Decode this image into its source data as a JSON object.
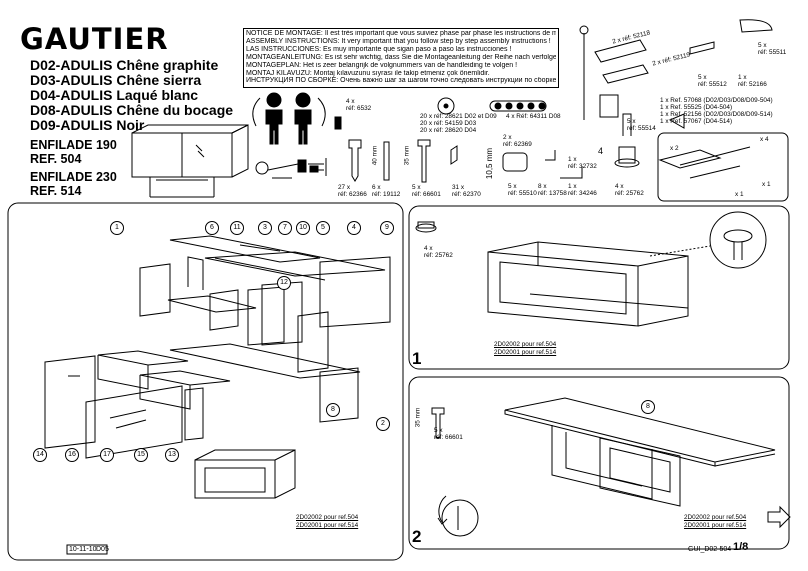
{
  "brand": "GAUTIER",
  "models": [
    "D02-ADULIS Chêne graphite",
    "D03-ADULIS Chêne sierra",
    "D04-ADULIS Laqué blanc",
    "D08-ADULIS Chêne du bocage",
    "D09-ADULIS Noir"
  ],
  "enfilade1": {
    "title": "ENFILADE 190",
    "ref": "REF. 504"
  },
  "enfilade2": {
    "title": "ENFILADE 230",
    "ref": "REF. 514"
  },
  "notice": [
    "NOTICE DE MONTAGE: Il est très important que vous suiviez phase par phase les instructions de montage !",
    "ASSEMBLY INSTRUCTIONS: It very important that you follow step by step assembly instructions !",
    "LAS INSTRUCCIONES: Es muy importante que sigan paso a paso las instrucciones !",
    "MONTAGEANLEITUNG: Es ist sehr wichtig, dass Sie die Montageanleitung der Reihe nach verfolgen !",
    "MONTAGEPLAN: Het is zeer belangrijk de volgnummers van de handleiding te volgen !",
    "MONTAJ KILAVUZU: Montaj kılavuzunu sıyrası ile takip etmeniz çok önemlidir.",
    "ИНСТРУКЦИЯ ПО СБОРКЕ: Очень важно шаг за шагом точно следовать инструкции по сборке"
  ],
  "hardware": {
    "ref6532": "4 x\nréf: 6532",
    "group1": "20 x réf: 28621 D02 et D09\n20 x réf: 54159 D03\n20 x réf: 28620 D04",
    "ref64311": "4 x Réf: 64311 D08",
    "ref62366": "27 x\nréf: 62366",
    "ref19112": "6 x\nréf: 19112",
    "ref66601": "5 x\nréf: 66601",
    "ref62370": "31 x\nréf: 62370",
    "ref62369": "2 x\nréf: 62369",
    "ref55510": "5 x\nréf: 55510",
    "ref13758": "8 x\nréf: 13758",
    "ref32732": "1 x\nréf: 32732",
    "ref34246": "1 x\nréf: 34246",
    "ref25762": "4 x\nréf: 25762",
    "ref55514": "5 x\nréf: 55514",
    "ref52118": "2 x réf: 52118",
    "ref52119": "2 x réf: 52119",
    "ref55512": "5 x\nréf: 55512",
    "ref52166": "1 x\nréf: 52166",
    "ref55511": "5 x\nréf: 55511",
    "refs": "1 x Ref. 57068 (D02/D03/D08/D09-504)\n1 x Ref. 55525 (D04-504)\n1 x Ref. 52156 (D02/D03/D08/D09-514)\n1 x Ref. 57067 (D04-514)",
    "mm40": "40 mm",
    "mm35": "35 mm",
    "mm105": "10,5 mm",
    "four": "4",
    "x2": "x 2",
    "x4": "x 4",
    "x1a": "x 1",
    "x1b": "x 1"
  },
  "main": {
    "parts": [
      "1",
      "6",
      "11",
      "3",
      "7",
      "10",
      "5",
      "4",
      "9",
      "12",
      "8",
      "2",
      "14",
      "16",
      "17",
      "15",
      "13"
    ],
    "frame1": "2D02002 pour ref.504",
    "frame2": "2D02001 pour ref.514"
  },
  "step1": {
    "number": "1",
    "ref": "4 x\nréf: 25762",
    "frame1": "2D02002 pour ref.504",
    "frame2": "2D02001 pour ref.514"
  },
  "step2": {
    "number": "2",
    "mm": "35 mm",
    "ref": "5 x\nréf: 66601",
    "part": "8",
    "frame1": "2D02002 pour ref.504",
    "frame2": "2D02001 pour ref.514"
  },
  "footer": {
    "date": "10-11-10",
    "code": "D05",
    "doc": "GUI_D02-504",
    "page": "1/8"
  }
}
